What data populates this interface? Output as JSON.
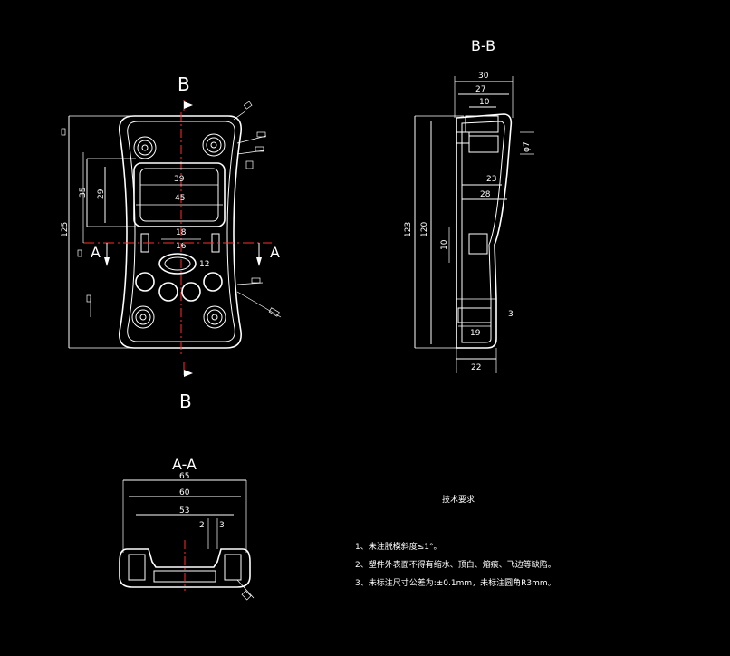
{
  "labels": {
    "section_bb_title": "B-B",
    "section_aa_title": "A-A",
    "mark_b_top": "B",
    "mark_b_bottom": "B",
    "mark_a_left": "A",
    "mark_a_right": "A"
  },
  "front_view": {
    "dim_overall_height": "125",
    "dim_35": "35",
    "dim_29": "29",
    "dim_39": "39",
    "dim_45": "45",
    "dim_16": "16",
    "dim_12": "12",
    "dim_18": "18"
  },
  "side_view": {
    "dim_30": "30",
    "dim_27": "27",
    "dim_10_top": "10",
    "dim_phi7": "φ7",
    "dim_23": "23",
    "dim_28": "28",
    "dim_123": "123",
    "dim_120": "120",
    "dim_10_mid": "10",
    "dim_3": "3",
    "dim_19": "19",
    "dim_22": "22"
  },
  "section_aa": {
    "dim_65": "65",
    "dim_60": "60",
    "dim_53": "53",
    "dim_2": "2",
    "dim_3": "3"
  },
  "notes": {
    "title": "技术要求",
    "items": [
      "1、未注脱模斜度≤1°。",
      "2、塑件外表面不得有缩水、顶白、熔痕、飞边等缺陷。",
      "3、未标注尺寸公差为:±0.1mm，未标注圆角R3mm。"
    ]
  }
}
